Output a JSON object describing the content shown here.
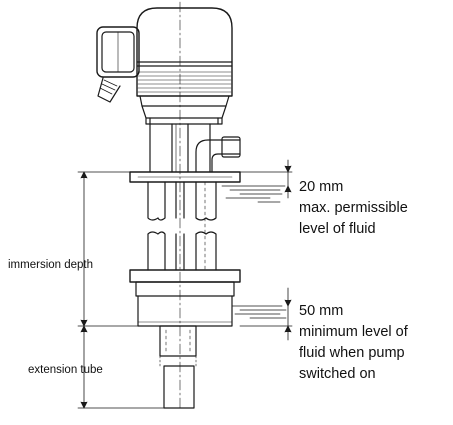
{
  "labels": {
    "upper_dim": "20 mm",
    "upper_text_1": "max. permissible",
    "upper_text_2": "level of fluid",
    "lower_dim": "50 mm",
    "lower_text_1": "minimum level of",
    "lower_text_2": "fluid when pump",
    "lower_text_3": "switched on",
    "immersion": "immersion depth",
    "extension": "extension tube"
  },
  "colors": {
    "line": "#1a1a1a",
    "background": "#ffffff"
  }
}
